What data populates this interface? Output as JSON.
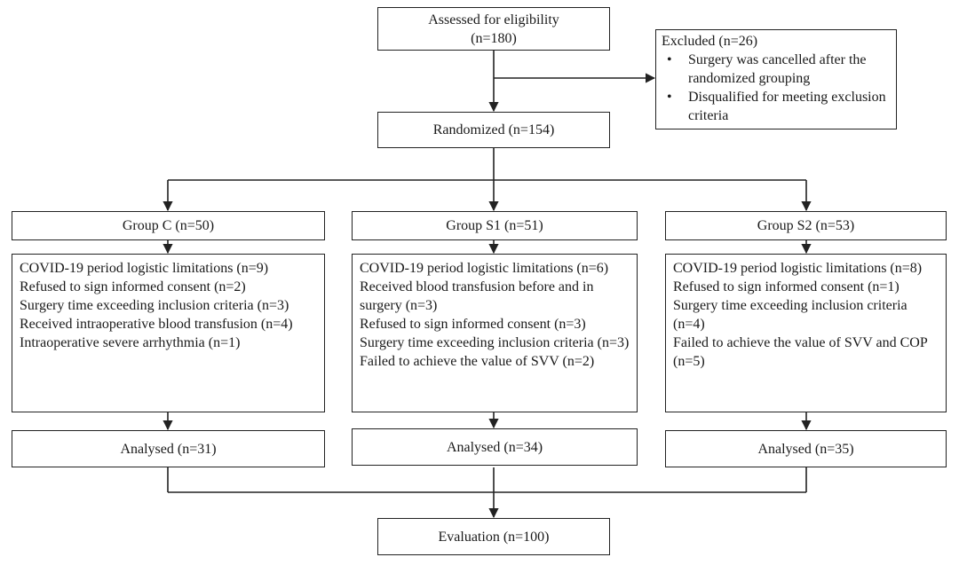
{
  "assessed": {
    "line1": "Assessed for eligibility",
    "line2": "(n=180)"
  },
  "excluded": {
    "title": "Excluded (n=26)",
    "items": [
      "Surgery was cancelled after the randomized grouping",
      "Disqualified for meeting exclusion criteria"
    ]
  },
  "randomized": "Randomized (n=154)",
  "groups": [
    {
      "label": "Group C (n=50)",
      "reasons": [
        "COVID-19 period logistic limitations (n=9)",
        "Refused to sign informed consent (n=2)",
        "Surgery time exceeding inclusion criteria (n=3)",
        "Received intraoperative blood transfusion (n=4)",
        "Intraoperative severe arrhythmia (n=1)"
      ],
      "analysed": "Analysed (n=31)"
    },
    {
      "label": "Group S1 (n=51)",
      "reasons": [
        "COVID-19 period logistic limitations (n=6)",
        "Received blood transfusion before and in surgery (n=3)",
        "Refused to sign informed consent (n=3)",
        "Surgery time exceeding inclusion criteria (n=3)",
        "Failed to achieve the value of SVV (n=2)"
      ],
      "analysed": "Analysed (n=34)"
    },
    {
      "label": "Group S2 (n=53)",
      "reasons": [
        "COVID-19 period logistic limitations (n=8)",
        "Refused to sign informed consent (n=1)",
        "Surgery time exceeding inclusion criteria (n=4)",
        "Failed to achieve the value of SVV and COP (n=5)"
      ],
      "analysed": "Analysed (n=35)"
    }
  ],
  "evaluation": "Evaluation (n=100)"
}
